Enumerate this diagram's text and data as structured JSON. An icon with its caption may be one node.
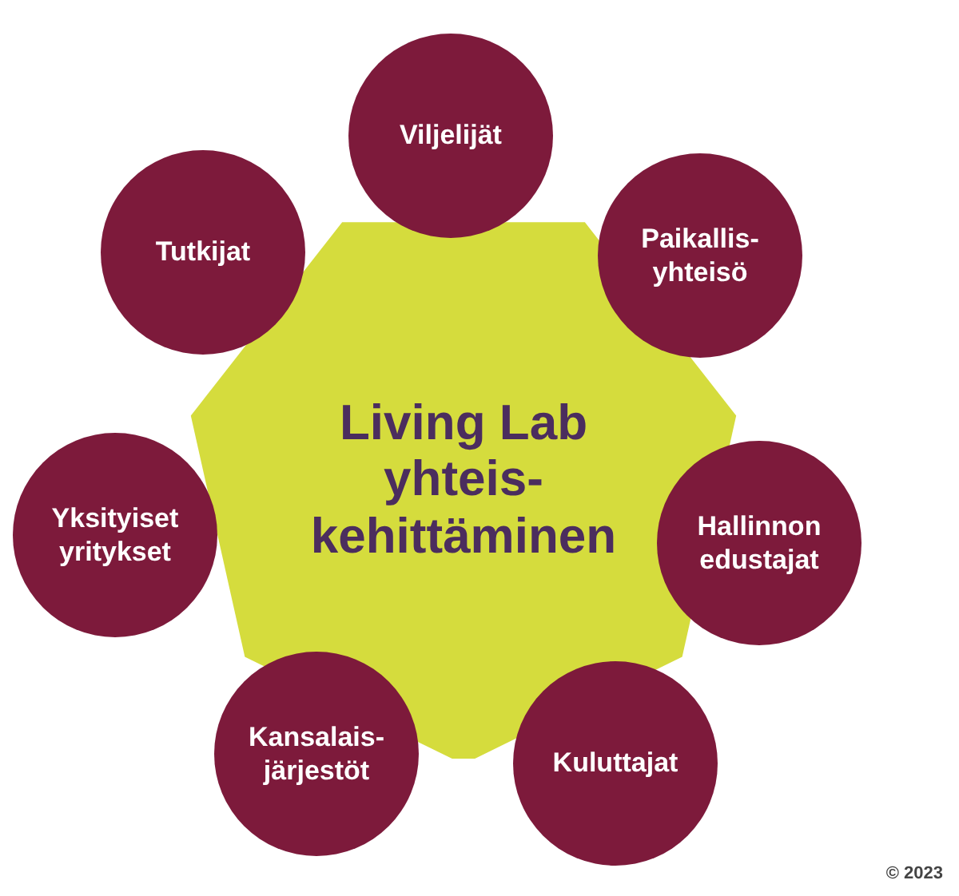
{
  "diagram": {
    "nodes": [
      {
        "text": [
          "Viljelijät"
        ]
      },
      {
        "text": [
          "Tutkijat"
        ]
      },
      {
        "text": [
          "Paikallis- yhteisö"
        ]
      },
      {
        "text": [
          "Living Lab yhteis- kehittäminen"
        ]
      },
      {
        "text": [
          "Yksityiset yritykset"
        ]
      },
      {
        "text": [
          "Hallinnon edustajat"
        ]
      },
      {
        "text": [
          "Kansalais- järjestöt"
        ]
      },
      {
        "text": [
          "Kuluttajat"
        ]
      }
    ],
    "labels": [
      "© 2023"
    ]
  }
}
